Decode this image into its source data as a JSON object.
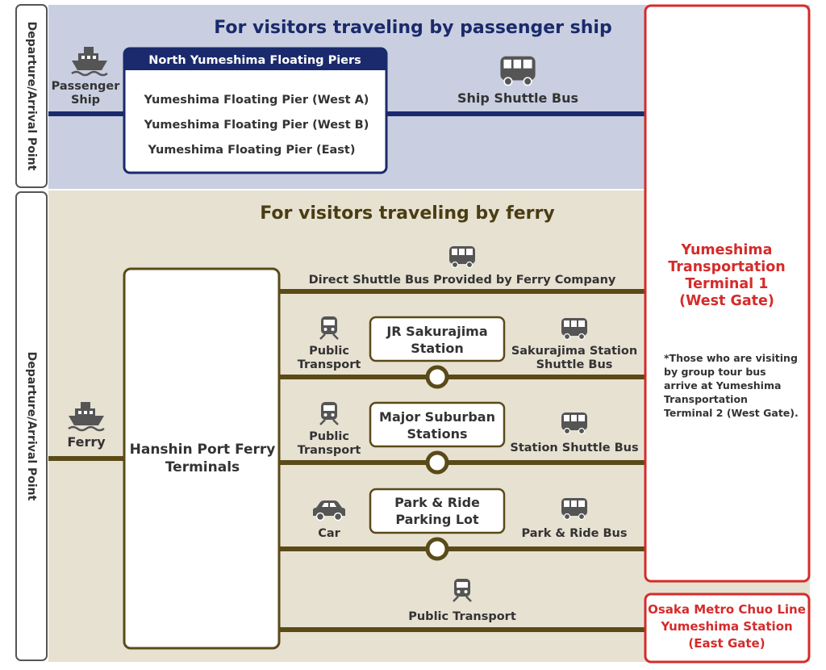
{
  "ship_section": {
    "title": "For visitors traveling by passenger ship",
    "side_label": "Departure/Arrival Point",
    "origin_line1": "Passenger",
    "origin_line2": "Ship",
    "piers_header": "North Yumeshima Floating Piers",
    "piers": [
      "Yumeshima Floating Pier (West A)",
      "Yumeshima Floating Pier (West B)",
      "Yumeshima Floating Pier (East)"
    ],
    "bus_label": "Ship Shuttle Bus"
  },
  "ferry_section": {
    "title": "For visitors traveling by ferry",
    "side_label": "Departure/Arrival Point",
    "origin_label": "Ferry",
    "terminal_line1": "Hanshin Port Ferry",
    "terminal_line2": "Terminals",
    "direct_bus_label": "Direct Shuttle Bus Provided by Ferry Company",
    "routes": [
      {
        "mode_line1": "Public",
        "mode_line2": "Transport",
        "hub_line1": "JR Sakurajima",
        "hub_line2": "Station",
        "bus_line1": "Sakurajima Station",
        "bus_line2": "Shuttle Bus"
      },
      {
        "mode_line1": "Public",
        "mode_line2": "Transport",
        "hub_line1": "Major Suburban",
        "hub_line2": "Stations",
        "bus_line1": "Station Shuttle Bus",
        "bus_line2": ""
      },
      {
        "mode_line1": "Car",
        "mode_line2": "",
        "hub_line1": "Park & Ride",
        "hub_line2": "Parking Lot",
        "bus_line1": "Park & Ride Bus",
        "bus_line2": ""
      }
    ],
    "public_transport_label": "Public Transport"
  },
  "destinations": {
    "terminal1": [
      "Yumeshima",
      "Transportation",
      "Terminal 1",
      "(West Gate)"
    ],
    "note": [
      "*Those who are visiting",
      "by group tour bus",
      "arrive at Yumeshima",
      "Transportation",
      "Terminal 2 (West Gate)."
    ],
    "east_gate": [
      "Osaka Metro Chuo Line",
      "Yumeshima Station",
      "(East Gate)"
    ]
  },
  "colors": {
    "navy": "#1a2a6c",
    "ship_bg": "#c9cfe0",
    "ferry_bg": "#e7e1d2",
    "olive": "#5a4a17",
    "red": "#d52b2b",
    "icon_gray": "#555555"
  }
}
